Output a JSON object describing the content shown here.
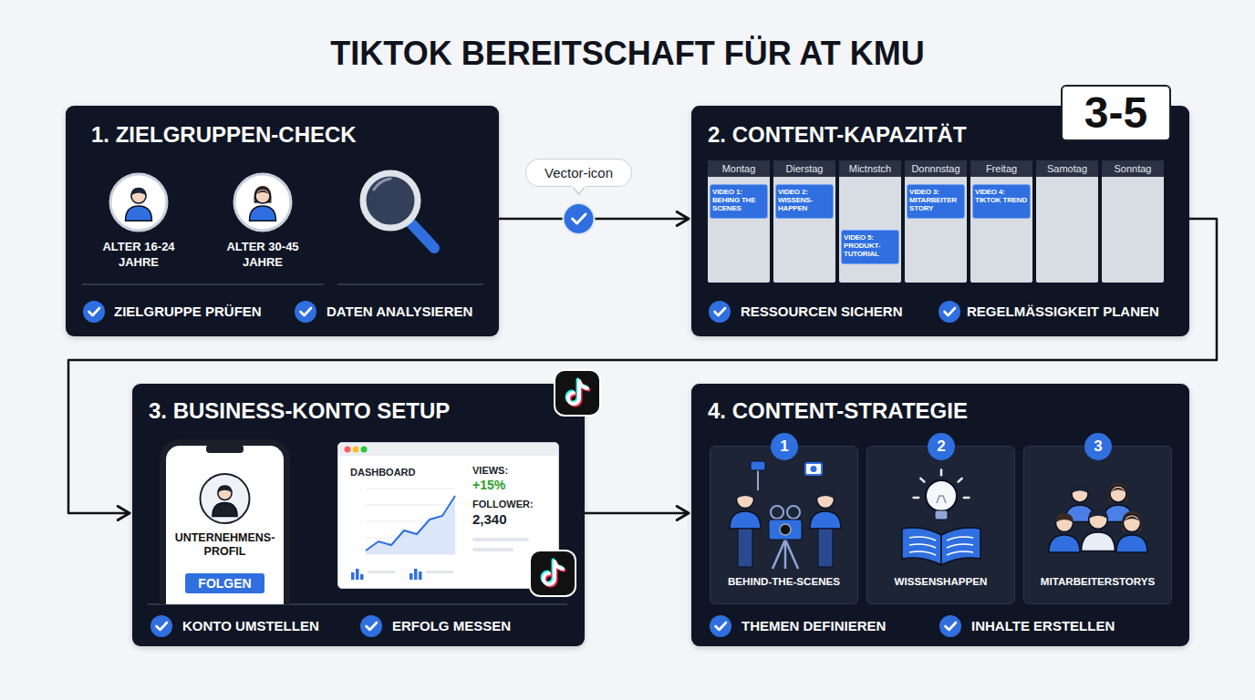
{
  "diagram": {
    "title": "TIKTOK BEREITSCHAFT FÜR AT KMU",
    "nodes": [
      {
        "text": [
          "1. ZIELGRUPPEN-CHECK"
        ]
      },
      {
        "text": [
          "Vector-icon"
        ]
      },
      {
        "text": [
          "2. CONTENT-KAPAZITÄT"
        ]
      },
      {
        "text": [
          "3-5"
        ],
        "in": 2
      },
      {
        "text": [
          "Montag"
        ],
        "in": 2
      },
      {
        "text": [
          "Dierstag"
        ],
        "in": 2
      },
      {
        "text": [
          "Mictnstch"
        ],
        "in": 2
      },
      {
        "text": [
          "Donnnstag"
        ],
        "in": 2
      },
      {
        "text": [
          "Freitag"
        ],
        "in": 2
      },
      {
        "text": [
          "Samotag"
        ],
        "in": 2
      },
      {
        "text": [
          "Sonntag"
        ],
        "in": 2
      },
      {
        "text": [
          "VIDEO 1: BEHING THE SCENES"
        ],
        "in": 4
      },
      {
        "text": [
          "VIDEO 2: WISSENS-HAPPEN"
        ],
        "in": 5
      },
      {
        "text": [
          "VIDEO 5: PRODUKT-TUTORIAL"
        ],
        "in": 6
      },
      {
        "text": [
          "VIDEO 3: MITARBEITER STORY"
        ],
        "in": 7
      },
      {
        "text": [
          "VIDEO 4: TIKTOK TREND"
        ],
        "in": 8
      },
      {
        "text": [
          "3. BUSINESS-KONTO SETUP"
        ]
      },
      {
        "text": [
          "UNTERNEHMENS-PROFIL"
        ],
        "in": 16
      },
      {
        "text": [
          "FOLGEN"
        ],
        "in": 17
      },
      {
        "text": [
          "DASHBOARD",
          "VIEWS:",
          "+15%",
          "FOLLOWER:",
          "2,340"
        ],
        "in": 16
      },
      {
        "text": [
          "4. CONTENT-STRATEGIE"
        ]
      },
      {
        "text": [
          "1",
          "BEHIND-THE-SCENES"
        ],
        "in": 20
      },
      {
        "text": [
          "2",
          "WISSENSHAPPEN"
        ],
        "in": 20
      },
      {
        "text": [
          "3",
          "MITARBEITERSTORYS"
        ],
        "in": 20
      }
    ],
    "edges": [
      {
        "from": 0,
        "to": 2,
        "arrow": "to"
      },
      {
        "from": 2,
        "to": 16,
        "arrow": "to"
      },
      {
        "from": 16,
        "to": 20,
        "arrow": "to"
      }
    ],
    "labels": [
      "ALTER 16-24 JAHRE",
      "ALTER 30-45 JAHRE",
      "ZIELGRUPPE PRÜFEN",
      "DATEN ANALYSIEREN",
      "RESSOURCEN SICHERN",
      "REGELMÄSSIGKEIT PLANEN",
      "KONTO UMSTELLEN",
      "ERFOLG MESSEN",
      "THEMEN DEFINIEREN",
      "INHALTE ERSTELLEN"
    ]
  }
}
